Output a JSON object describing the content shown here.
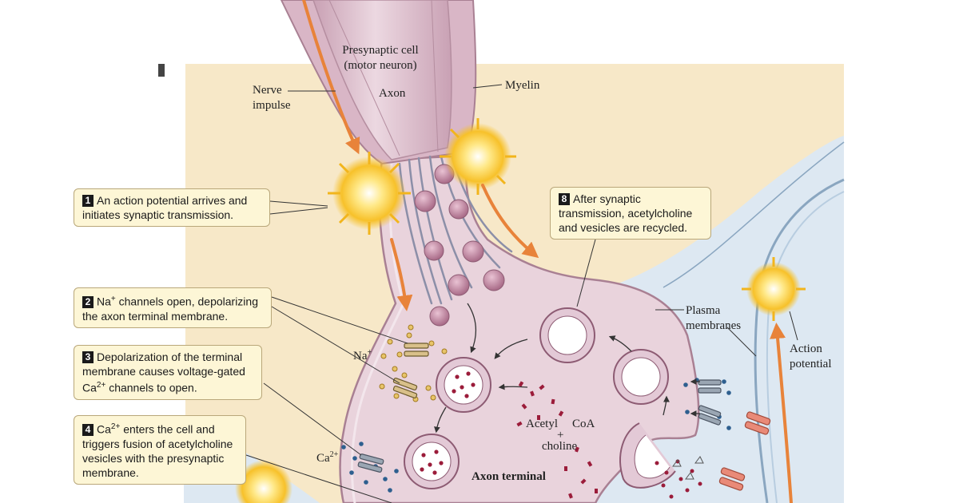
{
  "labels": {
    "presynaptic_l1": "Presynaptic cell",
    "presynaptic_l2": "(motor neuron)",
    "nerve_l1": "Nerve",
    "nerve_l2": "impulse",
    "axon": "Axon",
    "myelin": "Myelin",
    "plasma_l1": "Plasma",
    "plasma_l2": "membranes",
    "action_l1": "Action",
    "action_l2": "potential",
    "na": "Na",
    "na_sup": "+",
    "ca": "Ca",
    "ca_sup": "2+",
    "acetyl": "Acetyl",
    "coa": "CoA",
    "plus": "+",
    "choline": "choline",
    "axon_terminal": "Axon terminal"
  },
  "steps": {
    "s1": {
      "num": "1",
      "text": "An action potential arrives and initiates synaptic transmission."
    },
    "s2": {
      "num": "2",
      "pre": "Na",
      "sup": "+",
      "post": " channels open, depolarizing the axon terminal membrane."
    },
    "s3": {
      "num": "3",
      "pre": "Depolarization of the terminal membrane causes voltage-gated Ca",
      "sup": "2+",
      "post": " channels to open."
    },
    "s4": {
      "num": "4",
      "pre": "Ca",
      "sup": "2+",
      "post": " enters the cell and triggers fusion of acetylcholine vesicles with the presynaptic membrane."
    },
    "s8": {
      "num": "8",
      "text": "After synaptic transmission, acetylcholine and vesicles are recycled."
    }
  },
  "colors": {
    "background_panel": "#f7e8c8",
    "extracellular": "#dde8f2",
    "neuron_fill": "#e9d3dc",
    "neuron_stroke": "#a98093",
    "vesicle": "#b87d98",
    "arrow": "#e8833a",
    "callout_fill": "#fdf6d6",
    "na_dots": "#d6a93a",
    "ca_dots": "#2e5f8f",
    "ach_dots": "#9b1c3a"
  }
}
